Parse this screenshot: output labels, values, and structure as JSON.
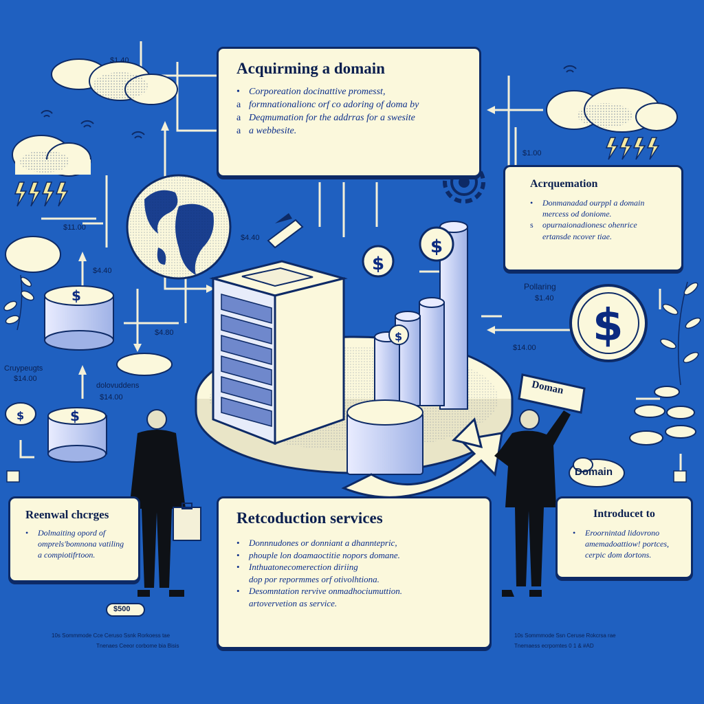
{
  "boxes": {
    "acquiring": {
      "title": "Acquirming a domain",
      "items": [
        "Corporeation docinattive promesst,",
        "formnationalionc orf co adoring of doma by",
        "Deqmumation for the addrras for a swesite",
        "a webbesite."
      ],
      "bullets": [
        "•",
        "a",
        "a",
        "a"
      ]
    },
    "acquememation": {
      "title": "Acrquemation",
      "items": [
        "Donmanadad ourppl a domain",
        "mercess od doniome.",
        "opurnaionadionesc ohenrice",
        "ertansde ncover tiae."
      ],
      "bullets": [
        "•",
        "",
        "s",
        ""
      ]
    },
    "renewal": {
      "title": "Reenwal chcrges",
      "items": [
        "Dolmaiting opord of",
        "omprels'bomnona vatiling",
        "a compiotifrtoon."
      ],
      "bullets": [
        "•",
        "",
        ""
      ]
    },
    "retcoduction": {
      "title": "Retcoduction services",
      "items": [
        "Donnnudones or donniant a dhanntepric,",
        "phouple lon doamaoctitie nopors domane.",
        "Inthuatonecomerection diriing",
        "dop por repormmes orf otivolhtiona.",
        "Desomntation rervive onmadhociumuttion.",
        "artovervetion as service."
      ],
      "bullets": [
        "•",
        "•",
        "•",
        "",
        "•",
        ""
      ]
    },
    "introduct": {
      "title": "Introducet to",
      "items": [
        "Eroornintad lidovrono",
        "amemadoattiow! portces,",
        "cerpic dom dortons."
      ],
      "bullets": [
        "•",
        "",
        ""
      ]
    }
  },
  "labels": {
    "domain_sign": "Doman",
    "domain_cloud": "Domain",
    "pollaring": "Pollaring",
    "price_040": "$1.40",
    "cruypeugs": "Cruypeugts",
    "price_1400a": "$14.00",
    "dolovuddens": "dolovuddens",
    "price_1400b": "$14.00",
    "price_1100": "$11.00",
    "price_500": "$500",
    "price_tl": "$1.40",
    "price_mid": "$4.40",
    "price_left": "$4.80",
    "price_l2": "$4.40",
    "price_r1": "$1.00",
    "price_r2": "$14.00",
    "footer_left": "10s Sommmode Cce Ceruso Ssnk Rorkoess tae",
    "footer_left2": "Tnenaes Ceeor corbome bia Bisis",
    "footer_right": "10s Sommmode Ssn Ceruse Rokcrsa rae",
    "footer_right2": "Tnemaess ecrpomtes   0 1 & #AD"
  },
  "icons": [
    "cloud-icon",
    "lightning-icon",
    "wifi-icon",
    "globe-icon",
    "gear-icon",
    "server-tower-icon",
    "coin-stack-icon",
    "dollar-coin-icon",
    "person-icon",
    "briefcase-icon",
    "plant-icon",
    "arrow-icon"
  ],
  "colors": {
    "background": "#1f60c0",
    "panel": "#fbf8dc",
    "ink": "#0b1f4f",
    "accent": "#0c2e8a"
  }
}
